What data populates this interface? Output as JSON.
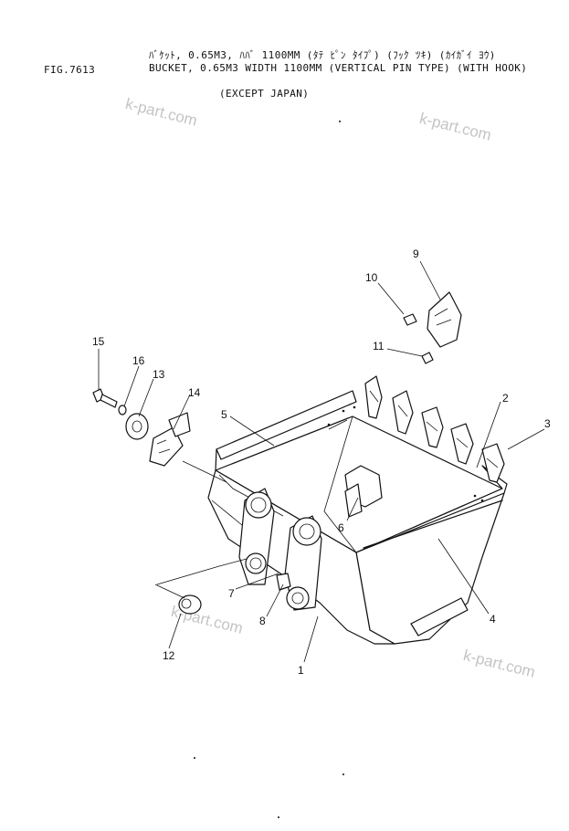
{
  "header": {
    "jp_title": "ﾊﾞｹｯﾄ, 0.65M3, ﾊﾊﾞ 1100MM (ﾀﾃ ﾋﾟﾝ ﾀｲﾌﾟ) (ﾌｯｸ ﾂｷ) (ｶｲｶﾞｲ ﾖｳ)",
    "fig_no": "FIG.7613",
    "en_title": "BUCKET, 0.65M3 WIDTH 1100MM (VERTICAL PIN TYPE) (WITH HOOK)",
    "note": "(EXCEPT JAPAN)"
  },
  "watermarks": [
    "k-part.com",
    "k-part.com",
    "k-part.com",
    "k-part.com"
  ],
  "callouts": {
    "c1": "1",
    "c2": "2",
    "c3": "3",
    "c4": "4",
    "c5": "5",
    "c6": "6",
    "c7": "7",
    "c8": "8",
    "c9": "9",
    "c10": "10",
    "c11": "11",
    "c12": "12",
    "c13": "13",
    "c14": "14",
    "c15": "15",
    "c16": "16"
  }
}
